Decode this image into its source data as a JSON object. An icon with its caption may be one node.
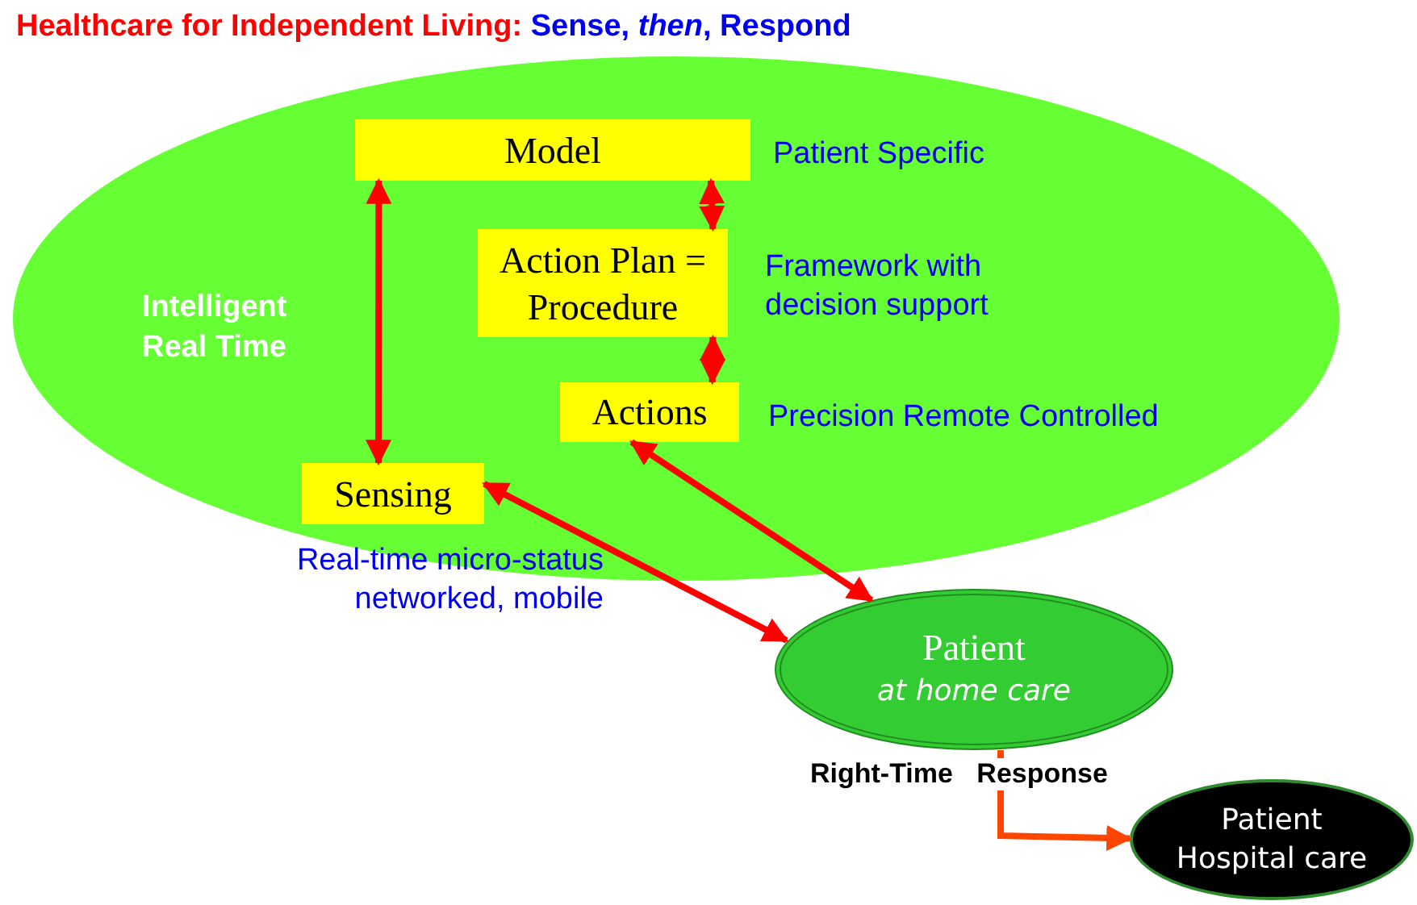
{
  "diagram": {
    "title": "Healthcare for Independent Living: Sense, *then*, Respond",
    "nodes": [
      {
        "text": [
          "Intelligent Real Time"
        ]
      },
      {
        "text": [
          "Model"
        ],
        "in": 0,
        "beside": [
          "Patient Specific"
        ]
      },
      {
        "text": [
          "Action Plan = Procedure"
        ],
        "in": 0,
        "beside": [
          "Framework with decision support"
        ]
      },
      {
        "text": [
          "Actions"
        ],
        "in": 0,
        "beside": [
          "Precision Remote Controlled"
        ]
      },
      {
        "text": [
          "Sensing"
        ],
        "in": 0,
        "beside": [
          "Real-time micro-status networked, mobile"
        ]
      },
      {
        "text": [
          "Patient",
          "at home care"
        ]
      },
      {
        "text": [
          "Patient Hospital care"
        ]
      }
    ],
    "edges": [
      {
        "from": 1,
        "to": 4,
        "arrow": "both"
      },
      {
        "from": 1,
        "to": 2,
        "arrow": "both"
      },
      {
        "from": 2,
        "to": 3,
        "arrow": "both"
      },
      {
        "from": 3,
        "to": 5,
        "arrow": "both"
      },
      {
        "from": 4,
        "to": 5,
        "arrow": "both"
      },
      {
        "from": 5,
        "to": 6,
        "arrow": "to",
        "label": "Right-Time Response",
        "color": "#ff4500"
      }
    ]
  }
}
